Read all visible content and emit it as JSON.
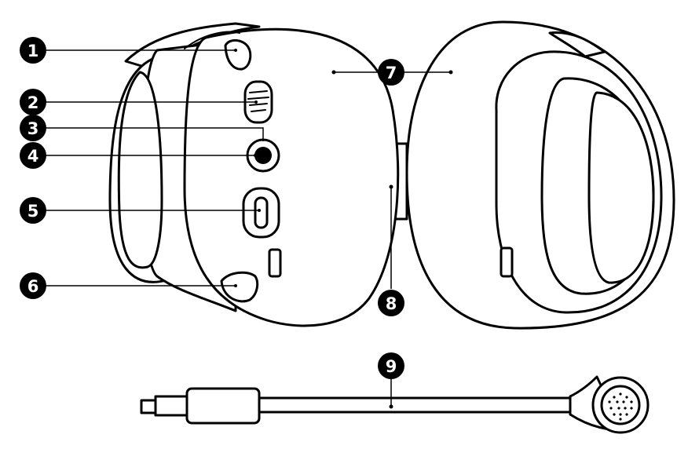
{
  "callouts": [
    {
      "number": "1"
    },
    {
      "number": "2"
    },
    {
      "number": "3"
    },
    {
      "number": "4"
    },
    {
      "number": "5"
    },
    {
      "number": "6"
    },
    {
      "number": "7"
    },
    {
      "number": "8"
    },
    {
      "number": "9"
    }
  ]
}
